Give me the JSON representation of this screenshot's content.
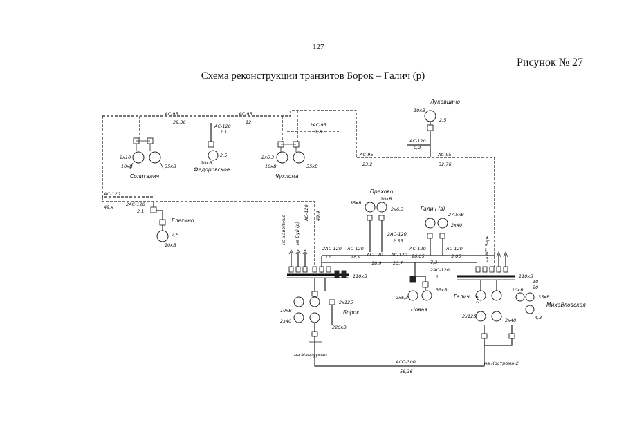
{
  "header": {
    "page_number": "127",
    "figure_number": "Рисунок № 27",
    "title": "Схема реконструкции транзитов Борок – Галич (р)"
  },
  "lines": {
    "top_left_ac95": "АС-95",
    "top_left_len": "29,36",
    "top_mid_ac95": "АС-95",
    "top_mid_len": "12",
    "fedorovskoe_ac120": "АС-120",
    "fedorovskoe_len": "2,1",
    "chuhloma_2ac95": "2АС-95",
    "chuhloma_len": "1,8",
    "lukovtsino_ac120": "АС-120",
    "lukovtsino_len": "0,2",
    "right_ac95_a": "АС-95",
    "right_ac95_a_len": "23,2",
    "right_ac95_b": "АС-95",
    "right_ac95_b_len": "32,76",
    "left_ac120": "АС-120",
    "left_ac120_len": "49,4",
    "elegino_2ac120": "2АС-120",
    "elegino_len": "2,1",
    "borok_ac120": "АС-120",
    "borok_ac120_len": "49,4",
    "orehovo_2ac120": "2АС-120",
    "orehovo_len": "2,55",
    "mid_2ac120": "2АС-120",
    "mid_2ac120_len": "12",
    "mid_ac120_a": "АС-120",
    "mid_ac120_a_len": "18,9",
    "mid_ac120_b": "АС-120",
    "mid_ac120_b_len": "18,9",
    "mid_ac120_c": "АС-120",
    "mid_ac120_c_len": "20,7",
    "galich_ac120": "АС-120",
    "galich_ac120_len": "26,05",
    "galich_ac120_b": "АС-120",
    "galich_ac120_b_len": "3,05",
    "novaya_2ac120": "2АС-120",
    "novaya_len": "1",
    "novaya_len_b": "7,3",
    "aco300": "АСО-300",
    "aco300_len": "56,36"
  },
  "substations": {
    "soligalich": "Солигалич",
    "soligalich_xf": "2х10",
    "soligalich_10": "10кВ",
    "soligalich_35": "35кВ",
    "fedorovskoe": "Федоровское",
    "fedorovskoe_10": "10кВ",
    "fedorovskoe_xf": "2,5",
    "chuhloma": "Чухлома",
    "chuhloma_xf": "2х6,3",
    "chuhloma_10": "10кВ",
    "chuhloma_35": "35кВ",
    "lukovtsino": "Луковцино",
    "lukovtsino_10": "10кВ",
    "lukovtsino_xf": "2,5",
    "elegino": "Елегино",
    "elegino_xf": "2,5",
    "elegino_10": "10кВ",
    "orehovo": "Орехово",
    "orehovo_35": "35кВ",
    "orehovo_10": "10кВ",
    "orehovo_xf": "2х6,3",
    "galich_r": "Галич (в)",
    "galich_r_xf": "2х40",
    "galich_r_275": "27,5кВ",
    "borok": "Борок",
    "borok_110": "110кВ",
    "borok_220": "220кВ",
    "borok_10": "10кВ",
    "borok_xf_a": "2х40",
    "borok_xf_b": "2х125",
    "novaya": "Новая",
    "novaya_xf": "2х6,3",
    "novaya_35": "35кВ",
    "galich": "Галич",
    "galich_110": "110кВ",
    "galich_xf_a": "2х125",
    "galich_xf_b": "2х40",
    "galich_10": "10кВ",
    "galich_35": "35кВ",
    "galich_tap_a": "10",
    "galich_tap_b": "20",
    "mihailovskaya": "Михайловская",
    "mihailovskaya_35": "35кВ",
    "mihailovskaya_xf": "4,3",
    "to_zavolzhe": "на Заволжье",
    "to_bui": "на Буй (р)",
    "to_mp_zarya": "на МП Заря",
    "to_mantorovo": "на Мантурово",
    "to_kostroma": "на Кострома-2",
    "gh_tag": "2хВ"
  }
}
